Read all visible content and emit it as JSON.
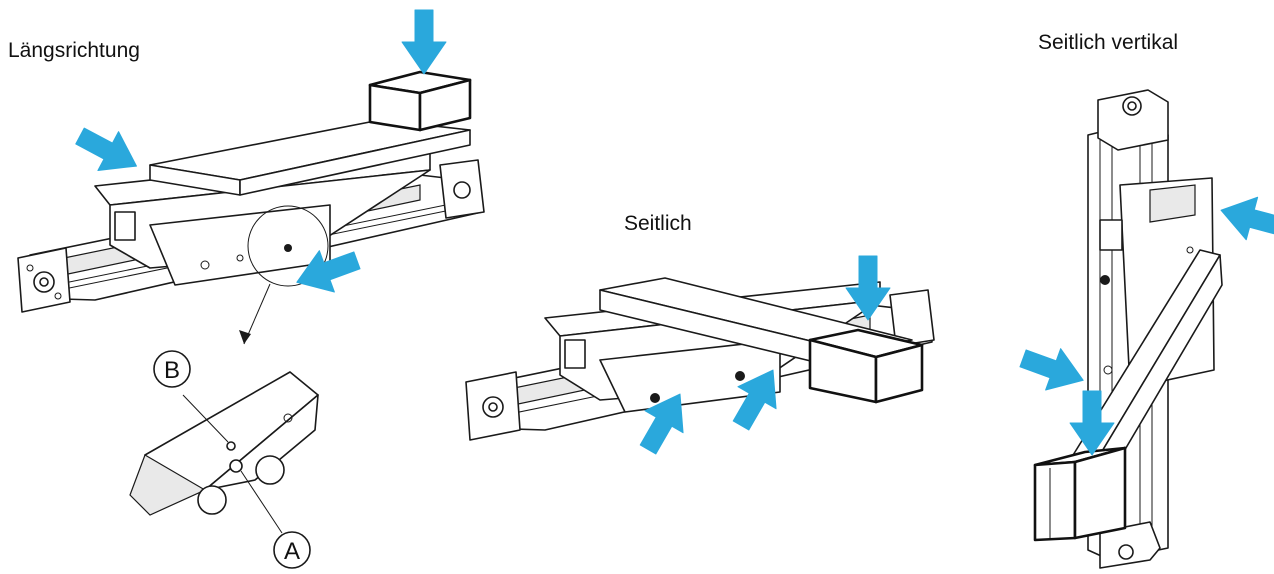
{
  "labels": {
    "longitudinal": "Längsrichtung",
    "lateral": "Seitlich",
    "lateral_vertical": "Seitlich vertikal",
    "callout_b": "B",
    "callout_a": "A"
  },
  "colors": {
    "arrow_fill": "#2aa8dc",
    "ink": "#1a1a1a",
    "background": "#ffffff"
  },
  "icons": {
    "force_arrow": "arrow-icon"
  }
}
